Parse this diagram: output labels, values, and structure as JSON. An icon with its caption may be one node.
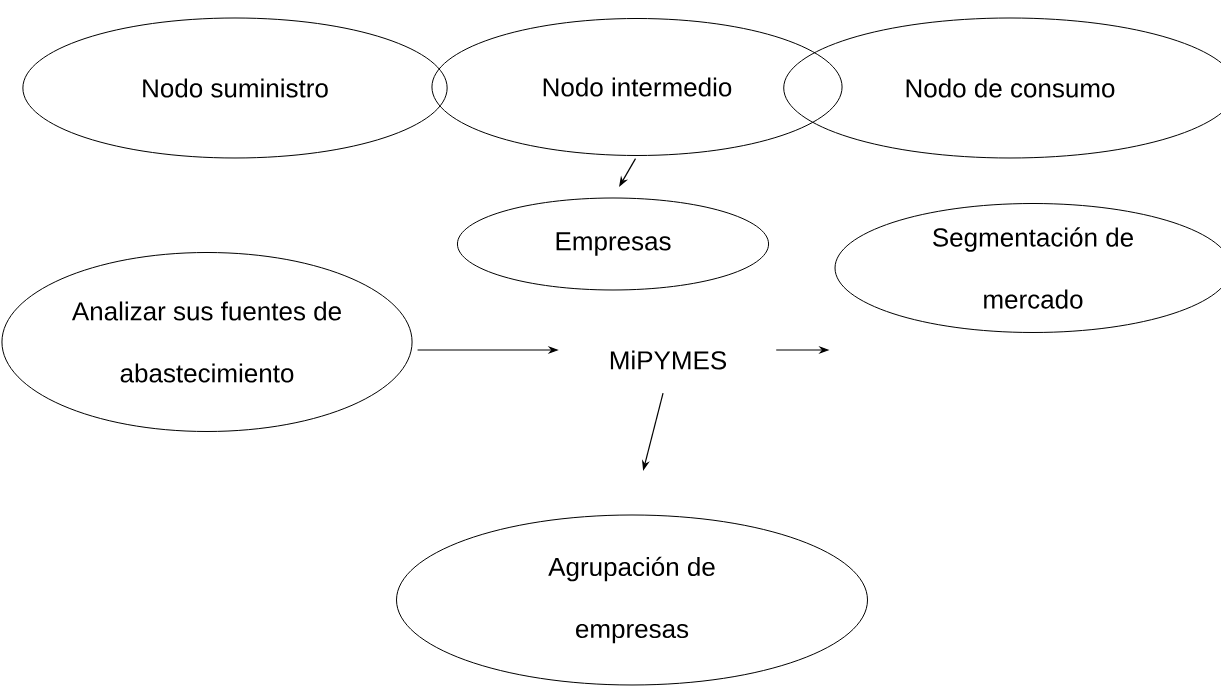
{
  "diagram": {
    "nodes": [
      {
        "text": [
          "Nodo suministro"
        ]
      },
      {
        "text": [
          "Nodo intermedio"
        ]
      },
      {
        "text": [
          "Nodo de consumo"
        ]
      },
      {
        "text": [
          "Empresas"
        ]
      },
      {
        "text": [
          "Segmentación de mercado"
        ]
      },
      {
        "text": [
          "Analizar sus fuentes de abastecimiento"
        ]
      },
      {
        "text": [
          "MiPYMES"
        ]
      },
      {
        "text": [
          "Agrupación de empresas"
        ]
      }
    ],
    "edges": [
      {
        "from": 1,
        "to": 3,
        "arrow": "to"
      },
      {
        "from": 5,
        "to": 6,
        "arrow": "to"
      },
      {
        "from": 6,
        "to": 4,
        "arrow": "to"
      },
      {
        "from": 6,
        "to": 7,
        "arrow": "to"
      }
    ]
  }
}
